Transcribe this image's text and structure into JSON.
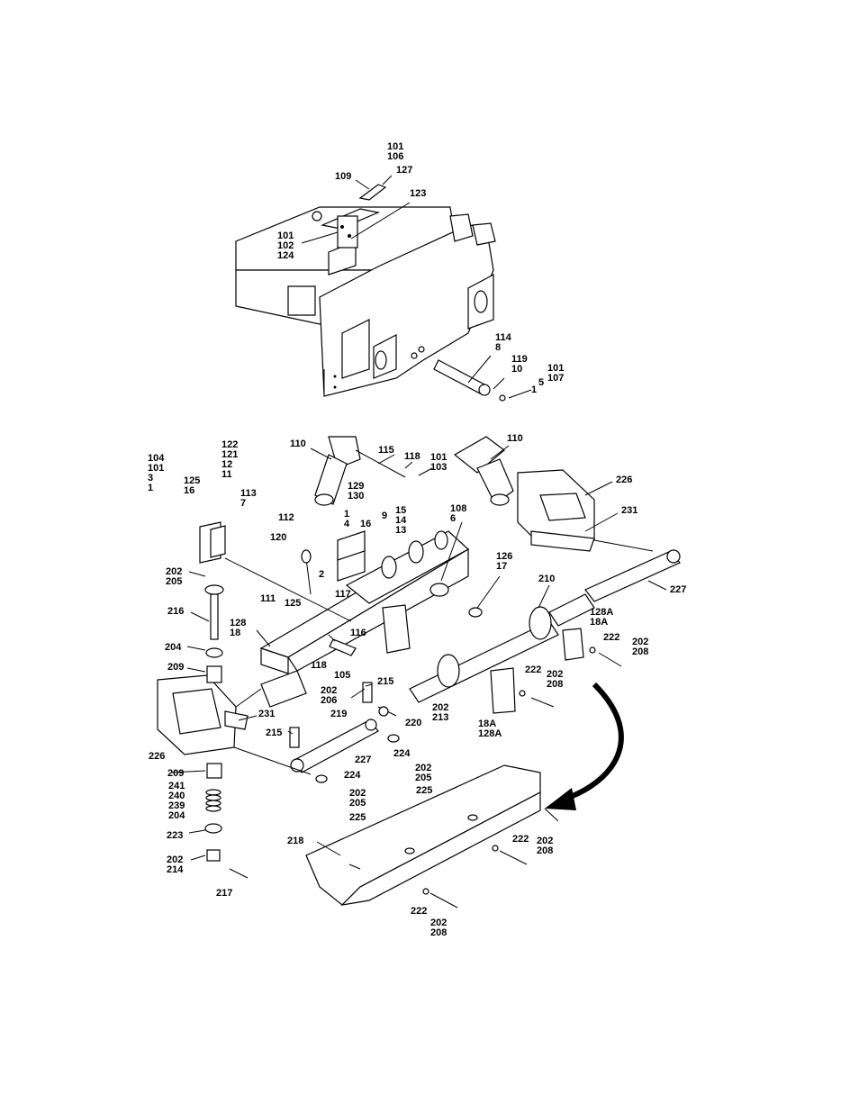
{
  "callouts": [
    {
      "id": "c1",
      "lines": [
        "101",
        "106"
      ]
    },
    {
      "id": "c2",
      "lines": [
        "127"
      ]
    },
    {
      "id": "c3",
      "lines": [
        "109"
      ]
    },
    {
      "id": "c4",
      "lines": [
        "123"
      ]
    },
    {
      "id": "c5",
      "lines": [
        "101",
        "102",
        "124"
      ]
    },
    {
      "id": "c6",
      "lines": [
        "114",
        "8"
      ]
    },
    {
      "id": "c7",
      "lines": [
        "119",
        "10"
      ]
    },
    {
      "id": "c8",
      "lines": [
        "101",
        "107"
      ]
    },
    {
      "id": "c9",
      "lines": [
        "5"
      ]
    },
    {
      "id": "c10",
      "lines": [
        "1"
      ]
    },
    {
      "id": "c11",
      "lines": [
        "104",
        "101",
        "3",
        "1"
      ]
    },
    {
      "id": "c12",
      "lines": [
        "125",
        "16"
      ]
    },
    {
      "id": "c13",
      "lines": [
        "122",
        "121",
        "12",
        "11"
      ]
    },
    {
      "id": "c14",
      "lines": [
        "113",
        "7"
      ]
    },
    {
      "id": "c15",
      "lines": [
        "110"
      ]
    },
    {
      "id": "c16",
      "lines": [
        "115"
      ]
    },
    {
      "id": "c17",
      "lines": [
        "118"
      ]
    },
    {
      "id": "c18",
      "lines": [
        "101",
        "103"
      ]
    },
    {
      "id": "c19",
      "lines": [
        "110"
      ]
    },
    {
      "id": "c20",
      "lines": [
        "226"
      ]
    },
    {
      "id": "c21",
      "lines": [
        "129",
        "130"
      ]
    },
    {
      "id": "c22",
      "lines": [
        "1",
        "4"
      ]
    },
    {
      "id": "c23",
      "lines": [
        "112"
      ]
    },
    {
      "id": "c24",
      "lines": [
        "16"
      ]
    },
    {
      "id": "c25",
      "lines": [
        "9"
      ]
    },
    {
      "id": "c26",
      "lines": [
        "15",
        "14",
        "13"
      ]
    },
    {
      "id": "c27",
      "lines": [
        "108",
        "6"
      ]
    },
    {
      "id": "c28",
      "lines": [
        "231"
      ]
    },
    {
      "id": "c29",
      "lines": [
        "120"
      ]
    },
    {
      "id": "c30",
      "lines": [
        "2"
      ]
    },
    {
      "id": "c31",
      "lines": [
        "126",
        "17"
      ]
    },
    {
      "id": "c32",
      "lines": [
        "210"
      ]
    },
    {
      "id": "c33",
      "lines": [
        "227"
      ]
    },
    {
      "id": "c34",
      "lines": [
        "202",
        "205"
      ]
    },
    {
      "id": "c35",
      "lines": [
        "111"
      ]
    },
    {
      "id": "c36",
      "lines": [
        "125"
      ]
    },
    {
      "id": "c37",
      "lines": [
        "117"
      ]
    },
    {
      "id": "c38",
      "lines": [
        "128A",
        "18A"
      ]
    },
    {
      "id": "c39",
      "lines": [
        "216"
      ]
    },
    {
      "id": "c40",
      "lines": [
        "128",
        "18"
      ]
    },
    {
      "id": "c41",
      "lines": [
        "116"
      ]
    },
    {
      "id": "c42",
      "lines": [
        "222"
      ]
    },
    {
      "id": "c43",
      "lines": [
        "202",
        "208"
      ]
    },
    {
      "id": "c44",
      "lines": [
        "204"
      ]
    },
    {
      "id": "c45",
      "lines": [
        "118"
      ]
    },
    {
      "id": "c46",
      "lines": [
        "105"
      ]
    },
    {
      "id": "c47",
      "lines": [
        "215"
      ]
    },
    {
      "id": "c48",
      "lines": [
        "222"
      ]
    },
    {
      "id": "c49",
      "lines": [
        "202",
        "208"
      ]
    },
    {
      "id": "c50",
      "lines": [
        "209"
      ]
    },
    {
      "id": "c51",
      "lines": [
        "202",
        "206"
      ]
    },
    {
      "id": "c52",
      "lines": [
        "219"
      ]
    },
    {
      "id": "c53",
      "lines": [
        "202",
        "213"
      ]
    },
    {
      "id": "c54",
      "lines": [
        "231"
      ]
    },
    {
      "id": "c55",
      "lines": [
        "220"
      ]
    },
    {
      "id": "c56",
      "lines": [
        "18A",
        "128A"
      ]
    },
    {
      "id": "c57",
      "lines": [
        "215"
      ]
    },
    {
      "id": "c58",
      "lines": [
        "224"
      ]
    },
    {
      "id": "c59",
      "lines": [
        "226"
      ]
    },
    {
      "id": "c60",
      "lines": [
        "227"
      ]
    },
    {
      "id": "c61",
      "lines": [
        "209"
      ]
    },
    {
      "id": "c62",
      "lines": [
        "224"
      ]
    },
    {
      "id": "c63",
      "lines": [
        "202",
        "205"
      ]
    },
    {
      "id": "c64",
      "lines": [
        "225"
      ]
    },
    {
      "id": "c65",
      "lines": [
        "241",
        "240",
        "239",
        "204"
      ]
    },
    {
      "id": "c66",
      "lines": [
        "202",
        "205"
      ]
    },
    {
      "id": "c67",
      "lines": [
        "225"
      ]
    },
    {
      "id": "c68",
      "lines": [
        "223"
      ]
    },
    {
      "id": "c69",
      "lines": [
        "218"
      ]
    },
    {
      "id": "c70",
      "lines": [
        "222"
      ]
    },
    {
      "id": "c71",
      "lines": [
        "202",
        "208"
      ]
    },
    {
      "id": "c72",
      "lines": [
        "202",
        "214"
      ]
    },
    {
      "id": "c73",
      "lines": [
        "217"
      ]
    },
    {
      "id": "c74",
      "lines": [
        "222"
      ]
    },
    {
      "id": "c75",
      "lines": [
        "202",
        "208"
      ]
    }
  ]
}
